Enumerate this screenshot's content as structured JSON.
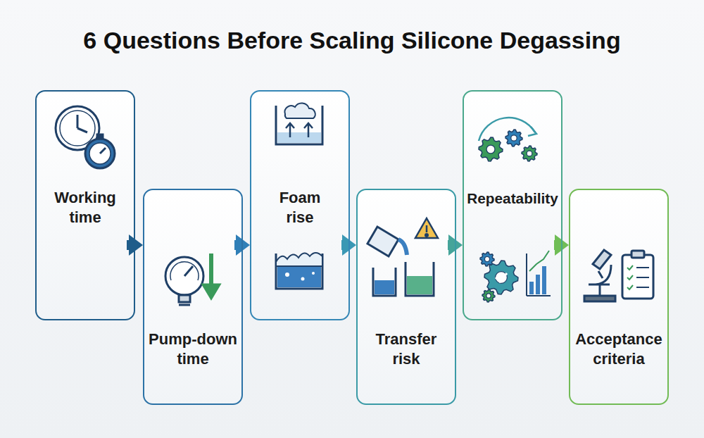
{
  "diagram": {
    "title": "6 Questions Before Scaling Silicone Degassing",
    "nodes": [
      {
        "text": [
          "Working time"
        ]
      },
      {
        "text": [
          "Pump-down time"
        ]
      },
      {
        "text": [
          "Foam rise"
        ]
      },
      {
        "text": [
          "Transfer risk"
        ]
      },
      {
        "text": [
          "Repeatability"
        ]
      },
      {
        "text": [
          "Acceptance criteria"
        ]
      }
    ],
    "edges": [
      {
        "from": 0,
        "to": 1,
        "arrow": "to"
      },
      {
        "from": 1,
        "to": 2,
        "arrow": "to"
      },
      {
        "from": 2,
        "to": 3,
        "arrow": "to"
      },
      {
        "from": 3,
        "to": 4,
        "arrow": "to"
      },
      {
        "from": 4,
        "to": 5,
        "arrow": "to"
      }
    ]
  }
}
